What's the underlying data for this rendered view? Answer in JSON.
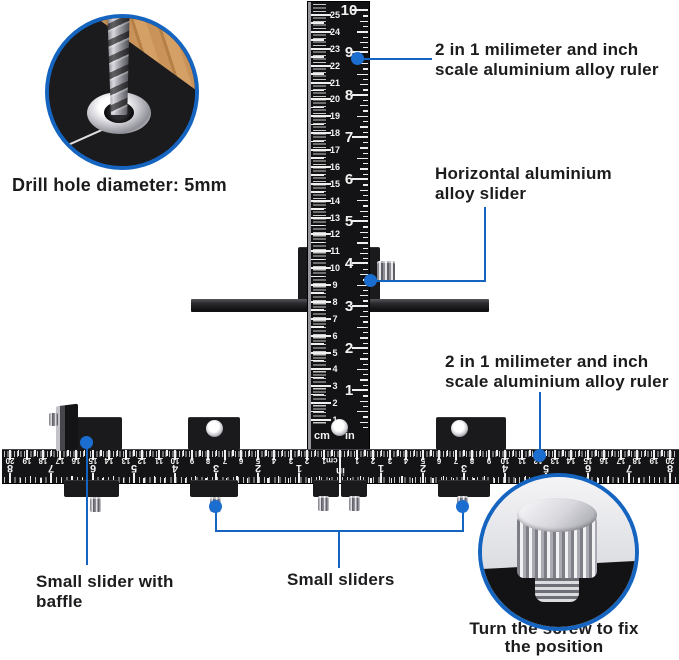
{
  "insets": {
    "drill_closeup": {
      "caption": "Drill hole diameter: 5mm"
    },
    "screw_closeup": {
      "caption_line1": "Turn the screw to fix",
      "caption_line2": "the position"
    }
  },
  "callouts": {
    "vertical_ruler_note": {
      "line1": "2 in 1 milimeter and inch",
      "line2": "scale aluminium alloy ruler"
    },
    "horizontal_slider_note": {
      "line1": "Horizontal aluminium",
      "line2": "alloy slider"
    },
    "horizontal_ruler_note": {
      "line1": "2 in 1 milimeter and inch",
      "line2": "scale aluminium alloy ruler"
    },
    "baffle_slider_note": {
      "line1": "Small slider with",
      "line2": "baffle"
    },
    "small_sliders_note": {
      "label": "Small sliders"
    }
  },
  "rulers": {
    "vertical": {
      "cm_min": 1,
      "cm_max": 25,
      "in_min": 1,
      "in_max": 10,
      "cm_unit": "cm",
      "in_unit": "in"
    },
    "horizontal": {
      "cm_each_side": 20,
      "in_each_side": 8,
      "cm_unit": "cm",
      "in_unit": "in"
    }
  },
  "colors": {
    "accent_blue": "#1565c0",
    "dot_blue": "#1b6ecf",
    "tool_black": "#161618",
    "ruler_marks": "#f0f0f0",
    "text": "#1c1c1e",
    "wood": "#c08a50"
  }
}
